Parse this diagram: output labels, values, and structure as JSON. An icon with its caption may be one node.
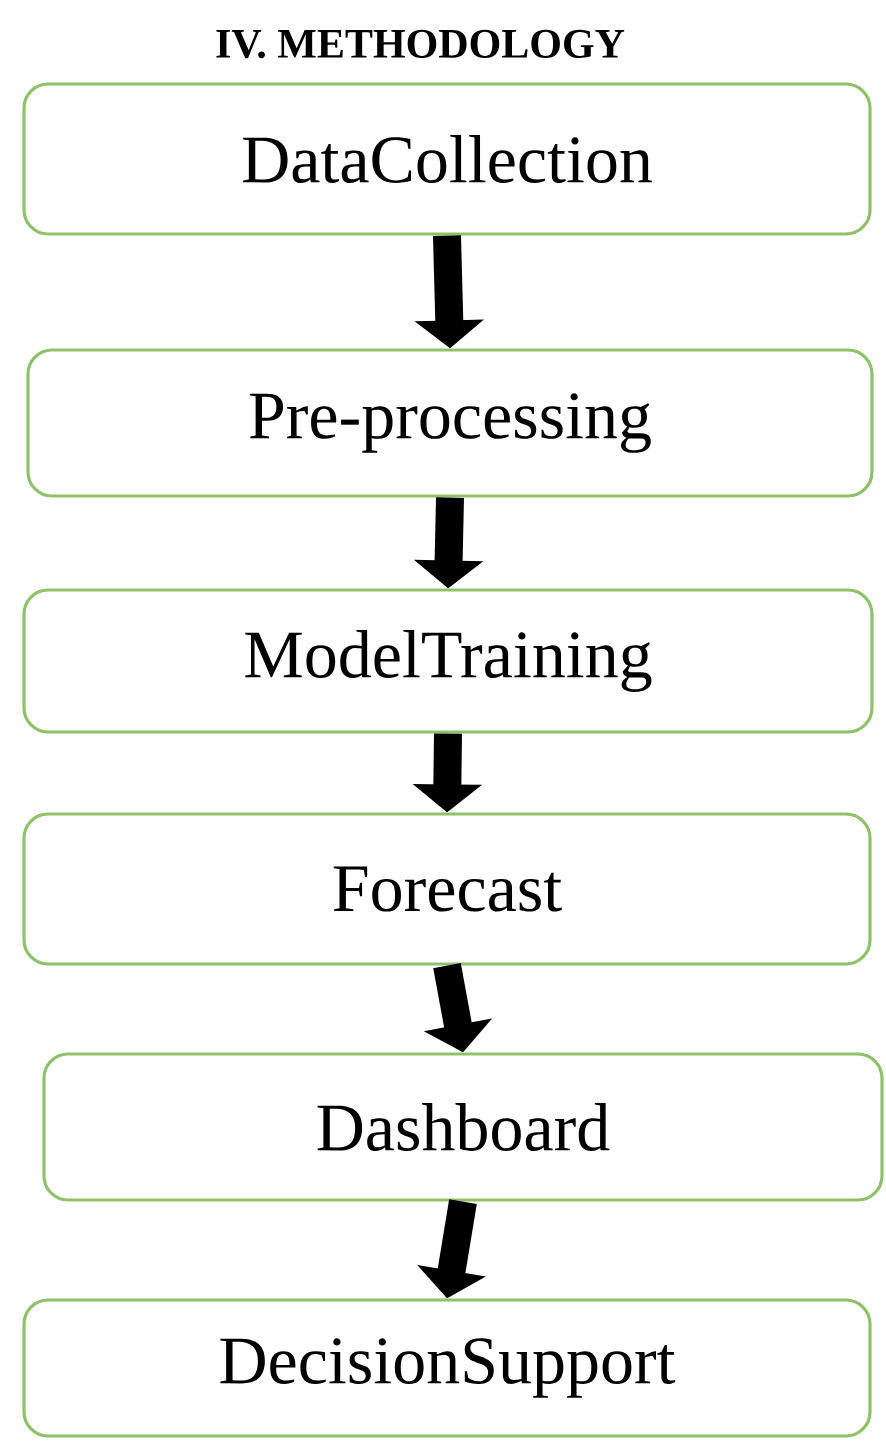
{
  "diagram": {
    "title": "IV. METHODOLOGY",
    "nodes": [
      {
        "text": [
          "DataCollection"
        ]
      },
      {
        "text": [
          "Pre-processing"
        ]
      },
      {
        "text": [
          "ModelTraining"
        ]
      },
      {
        "text": [
          "Forecast"
        ]
      },
      {
        "text": [
          "Dashboard"
        ]
      },
      {
        "text": [
          "DecisionSupport"
        ]
      }
    ],
    "edges": [
      {
        "from": 0,
        "to": 1,
        "arrow": "to"
      },
      {
        "from": 1,
        "to": 2,
        "arrow": "to"
      },
      {
        "from": 2,
        "to": 3,
        "arrow": "to"
      },
      {
        "from": 3,
        "to": 4,
        "arrow": "to"
      },
      {
        "from": 4,
        "to": 5,
        "arrow": "to"
      }
    ]
  }
}
